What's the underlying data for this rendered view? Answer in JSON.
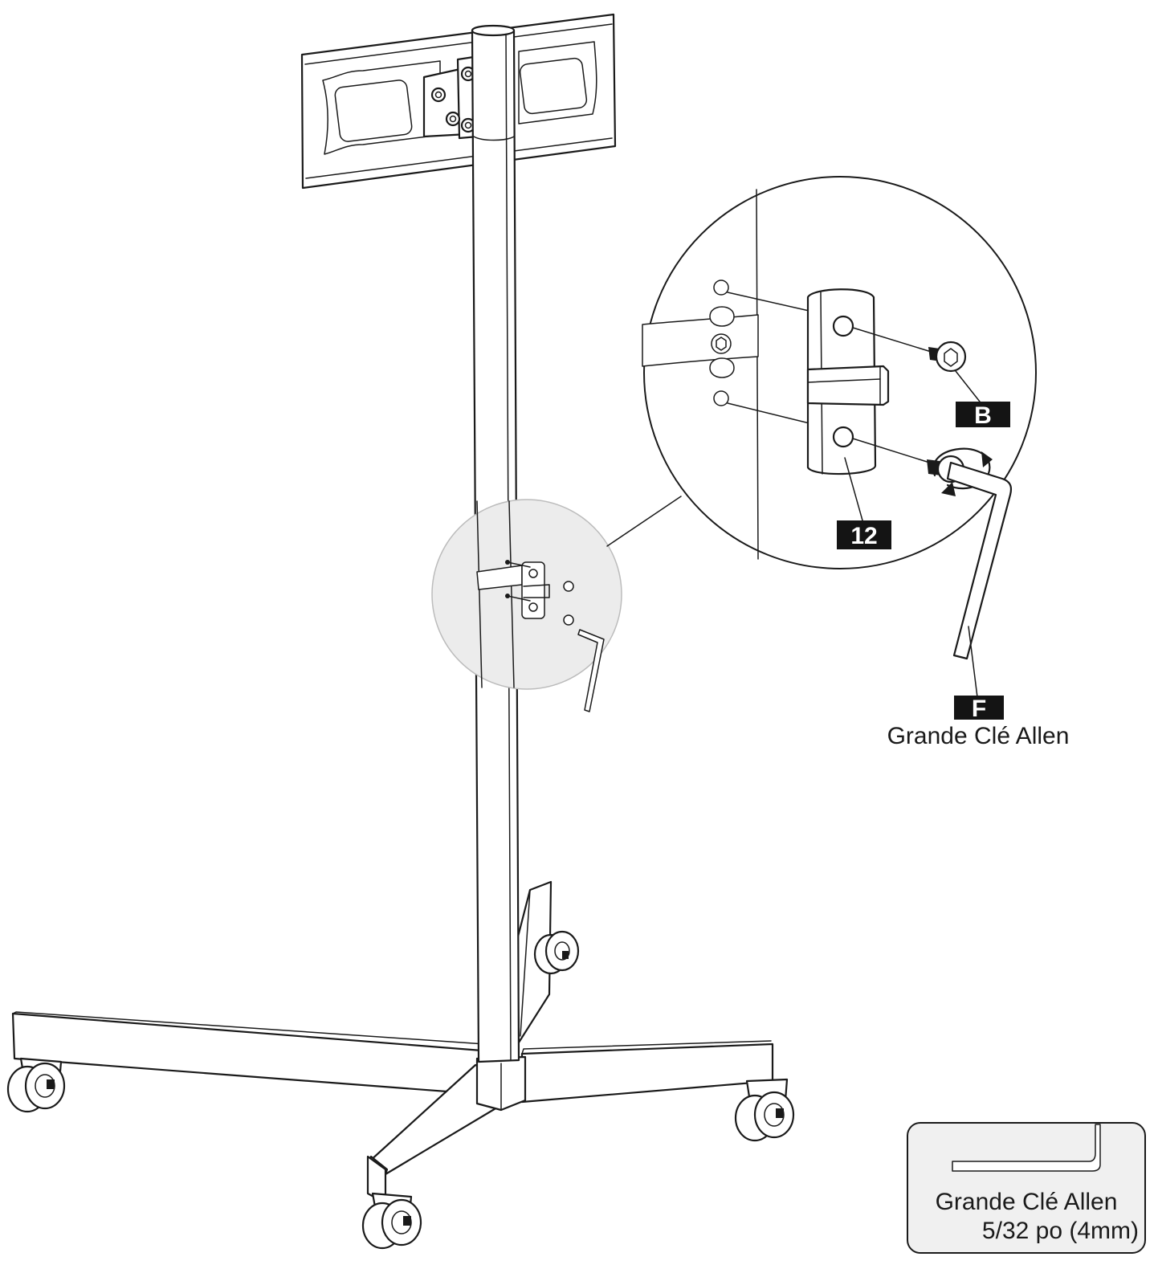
{
  "labels": {
    "bolt_tag": "B",
    "bracket_tag": "12",
    "wrench_tag": "F",
    "wrench_caption": "Grande Clé Allen"
  },
  "tool_box": {
    "name": "Grande Clé Allen",
    "size": "5/32 po (4mm)"
  },
  "colors": {
    "line": "#1a1a1a",
    "tag_background": "#141414",
    "tag_text": "#ffffff",
    "detail_circle_fill": "#ececec",
    "tool_box_fill": "#f0f0f0"
  }
}
